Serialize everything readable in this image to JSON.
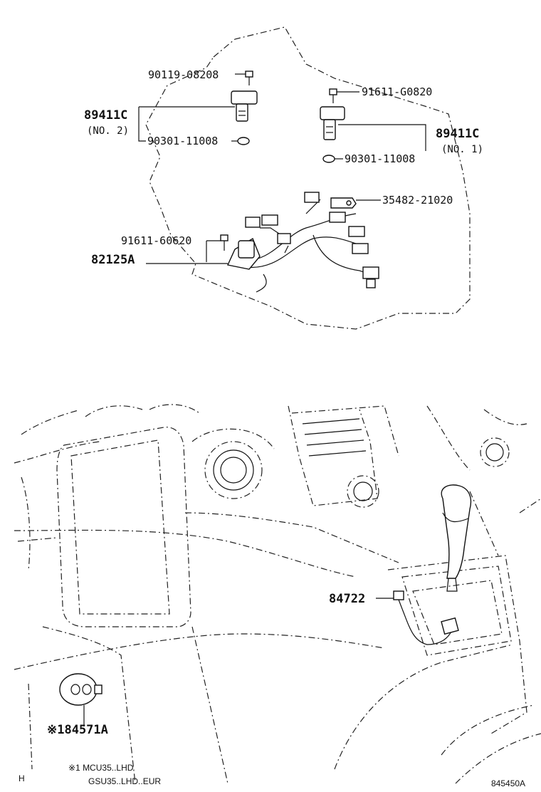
{
  "parts": {
    "bolt_90119": "90119-08208",
    "sensor_no2": "89411C",
    "sensor_no2_sub": "(NO. 2)",
    "gasket_left": "90301-11008",
    "bolt_91611_g": "91611-G0820",
    "sensor_no1": "89411C",
    "sensor_no1_sub": "(NO. 1)",
    "gasket_right": "90301-11008",
    "clamp_35482": "35482-21020",
    "bolt_91611_6": "91611-60620",
    "harness": "82125A",
    "switch_84722": "84722",
    "switch_84571": "※184571A"
  },
  "footnote": {
    "line1": "※1 MCU35..LHD",
    "line2": "GSU35..LHD..EUR"
  },
  "corner": {
    "left": "H",
    "right": "845450A"
  }
}
